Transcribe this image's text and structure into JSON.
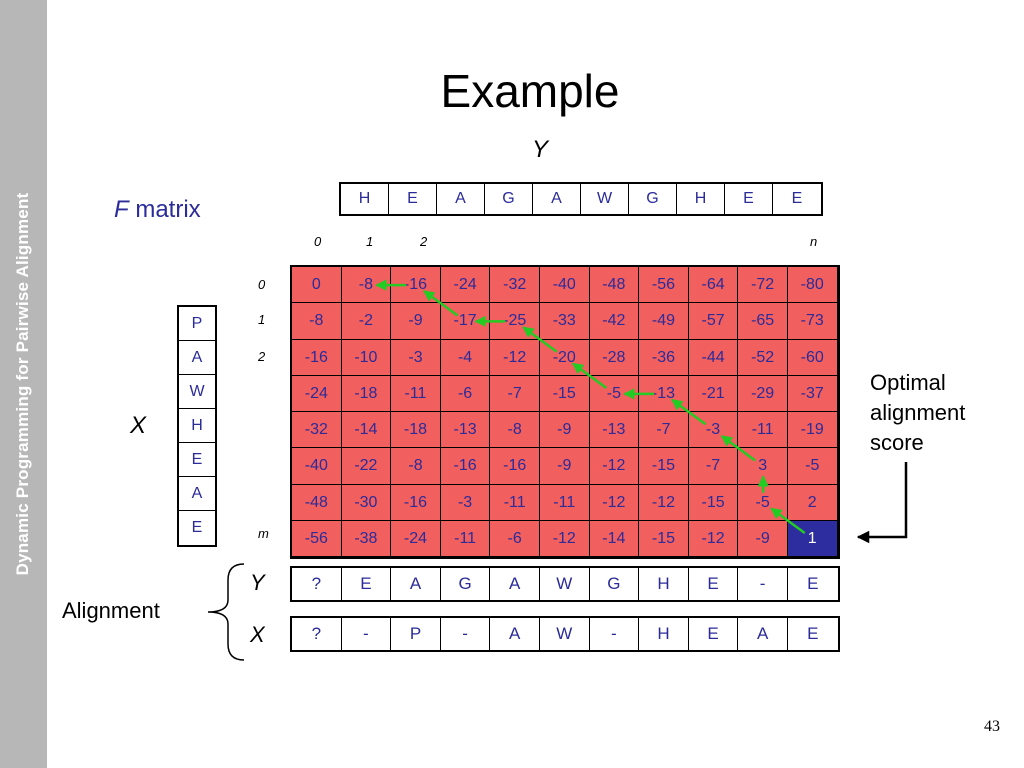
{
  "sidebar": {
    "title": "Dynamic Programming for Pairwise Alignment"
  },
  "slide": {
    "title": "Example",
    "page_number": "43"
  },
  "labels": {
    "y": "Y",
    "f_letter": "F",
    "f_matrix": " matrix",
    "x": "X",
    "optimal_line1": "Optimal",
    "optimal_line2": "alignment",
    "optimal_line3": "score",
    "alignment": "Alignment",
    "align_y": "Y",
    "align_x": "X"
  },
  "y_sequence": [
    "H",
    "E",
    "A",
    "G",
    "A",
    "W",
    "G",
    "H",
    "E",
    "E"
  ],
  "x_sequence": [
    "P",
    "A",
    "W",
    "H",
    "E",
    "A",
    "E"
  ],
  "column_indices": [
    "0",
    "1",
    "2",
    "n"
  ],
  "row_indices": [
    "0",
    "1",
    "2",
    "m"
  ],
  "f_matrix": [
    [
      "0",
      "-8",
      "-16",
      "-24",
      "-32",
      "-40",
      "-48",
      "-56",
      "-64",
      "-72",
      "-80"
    ],
    [
      "-8",
      "-2",
      "-9",
      "-17",
      "-25",
      "-33",
      "-42",
      "-49",
      "-57",
      "-65",
      "-73"
    ],
    [
      "-16",
      "-10",
      "-3",
      "-4",
      "-12",
      "-20",
      "-28",
      "-36",
      "-44",
      "-52",
      "-60"
    ],
    [
      "-24",
      "-18",
      "-11",
      "-6",
      "-7",
      "-15",
      "-5",
      "-13",
      "-21",
      "-29",
      "-37"
    ],
    [
      "-32",
      "-14",
      "-18",
      "-13",
      "-8",
      "-9",
      "-13",
      "-7",
      "-3",
      "-11",
      "-19"
    ],
    [
      "-40",
      "-22",
      "-8",
      "-16",
      "-16",
      "-9",
      "-12",
      "-15",
      "-7",
      "3",
      "-5"
    ],
    [
      "-48",
      "-30",
      "-16",
      "-3",
      "-11",
      "-11",
      "-12",
      "-12",
      "-15",
      "-5",
      "2"
    ],
    [
      "-56",
      "-38",
      "-24",
      "-11",
      "-6",
      "-12",
      "-14",
      "-15",
      "-12",
      "-9",
      "1"
    ]
  ],
  "traceback_path": [
    [
      7,
      10
    ],
    [
      6,
      9
    ],
    [
      5,
      9
    ],
    [
      4,
      8
    ],
    [
      3,
      7
    ],
    [
      3,
      6
    ],
    [
      2,
      5
    ],
    [
      1,
      4
    ],
    [
      1,
      3
    ],
    [
      0,
      2
    ],
    [
      0,
      1
    ]
  ],
  "alignment": {
    "y": [
      "?",
      "E",
      "A",
      "G",
      "A",
      "W",
      "G",
      "H",
      "E",
      "-",
      "E"
    ],
    "x": [
      "?",
      "-",
      "P",
      "-",
      "A",
      "W",
      "-",
      "H",
      "E",
      "A",
      "E"
    ]
  },
  "colors": {
    "sidebar": "#b7b7b7",
    "cell_fill": "#f15f5f",
    "optimal_cell": "#2d2d9f",
    "cell_text": "#2b2b9a",
    "arrow": "#22cc22"
  }
}
